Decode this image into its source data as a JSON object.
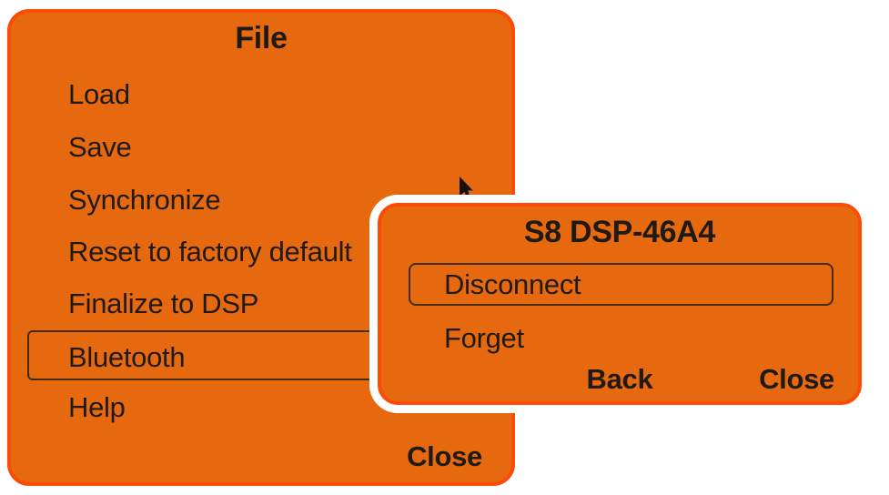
{
  "colors": {
    "panel_fill": "#E7690F",
    "panel_border": "#FB4B06",
    "highlight_box_border": "#432C0F",
    "text": "#1F1A13",
    "submenu_outer_border": "#FFFFFF"
  },
  "file_menu": {
    "title": "File",
    "items": [
      {
        "label": "Load"
      },
      {
        "label": "Save"
      },
      {
        "label": "Synchronize",
        "has_submenu": true
      },
      {
        "label": "Reset to factory default"
      },
      {
        "label": "Finalize to DSP"
      },
      {
        "label": "Bluetooth",
        "highlighted": true
      },
      {
        "label": "Help"
      }
    ],
    "close_label": "Close"
  },
  "bluetooth_dialog": {
    "title": "S8 DSP-46A4",
    "items": [
      {
        "label": "Disconnect",
        "highlighted": true
      },
      {
        "label": "Forget"
      }
    ],
    "back_label": "Back",
    "close_label": "Close"
  }
}
